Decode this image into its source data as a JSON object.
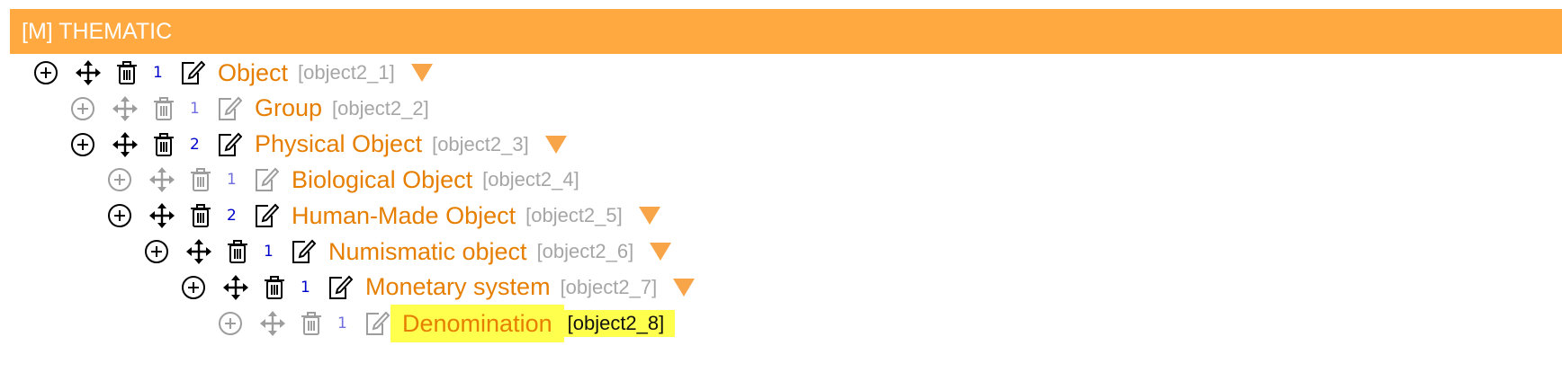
{
  "header": {
    "title": "[M] THEMATIC"
  },
  "colors": {
    "header_bg": "#ffa940",
    "label": "#e67e00",
    "code": "#a6a6a6",
    "count": "#0000cc",
    "toggle": "#f7a548",
    "highlight": "#ffff4d"
  },
  "icons": {
    "add": "plus-circle-icon",
    "move": "move-arrows-icon",
    "delete": "trash-icon",
    "edit": "edit-note-icon",
    "toggle": "triangle-down-icon"
  },
  "rows": [
    {
      "count": "1",
      "label": "Object",
      "code": "[object2_1]",
      "level": 0,
      "dimmed": false,
      "expanded": true,
      "highlighted": false
    },
    {
      "count": "1",
      "label": "Group",
      "code": "[object2_2]",
      "level": 1,
      "dimmed": true,
      "expanded": false,
      "highlighted": false
    },
    {
      "count": "2",
      "label": "Physical Object",
      "code": "[object2_3]",
      "level": 1,
      "dimmed": false,
      "expanded": true,
      "highlighted": false
    },
    {
      "count": "1",
      "label": "Biological Object",
      "code": "[object2_4]",
      "level": 2,
      "dimmed": true,
      "expanded": false,
      "highlighted": false
    },
    {
      "count": "2",
      "label": "Human-Made Object",
      "code": "[object2_5]",
      "level": 2,
      "dimmed": false,
      "expanded": true,
      "highlighted": false
    },
    {
      "count": "1",
      "label": "Numismatic object",
      "code": "[object2_6]",
      "level": 3,
      "dimmed": false,
      "expanded": true,
      "highlighted": false
    },
    {
      "count": "1",
      "label": "Monetary system",
      "code": "[object2_7]",
      "level": 4,
      "dimmed": false,
      "expanded": true,
      "highlighted": false
    },
    {
      "count": "1",
      "label": "Denomination",
      "code": "[object2_8]",
      "level": 5,
      "dimmed": true,
      "expanded": false,
      "highlighted": true
    }
  ]
}
